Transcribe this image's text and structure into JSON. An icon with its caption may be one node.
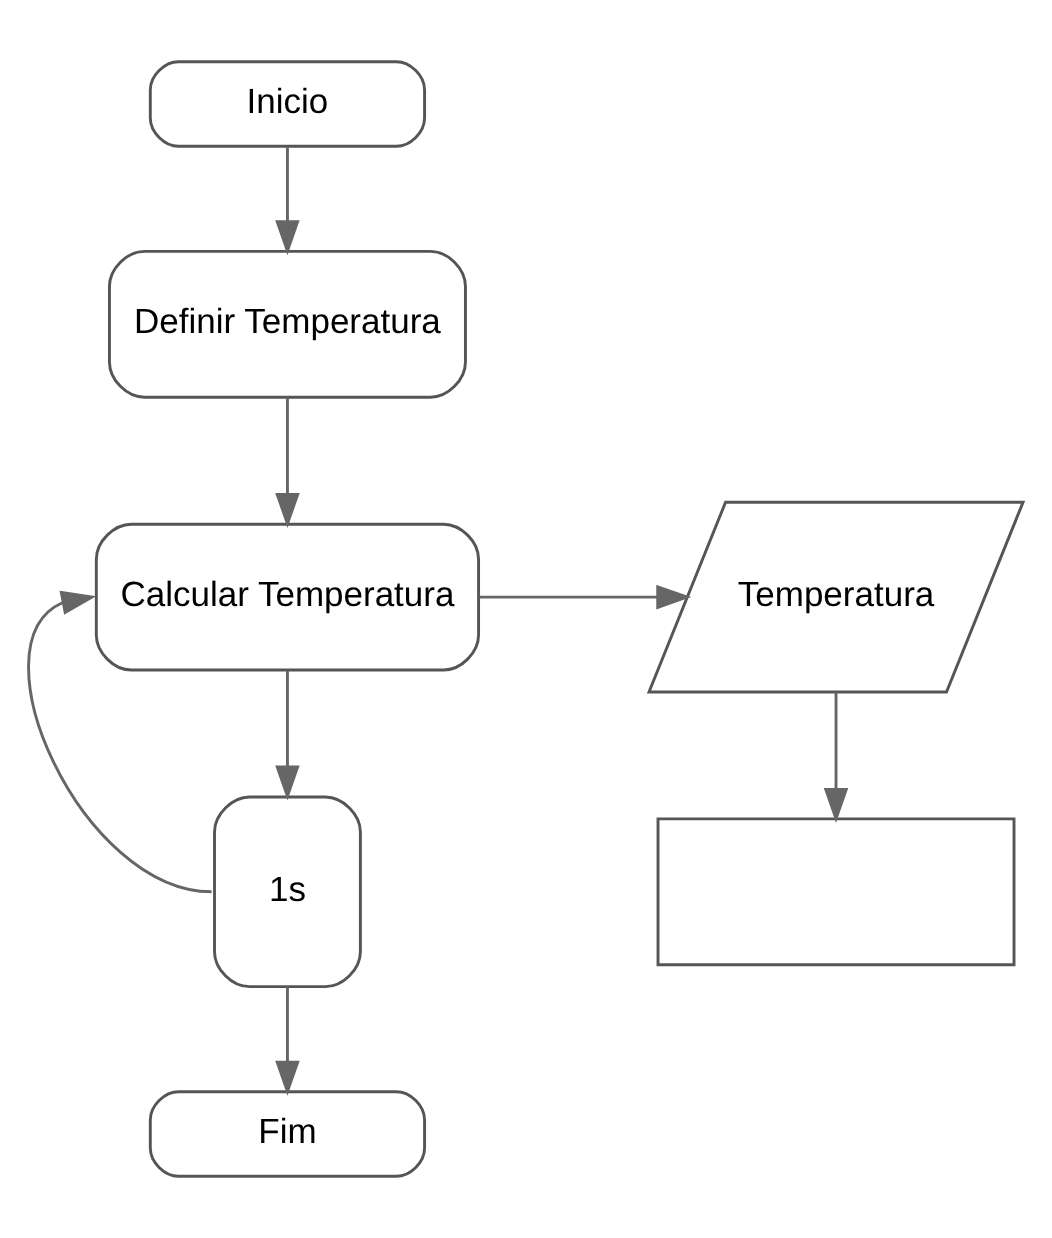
{
  "diagram": {
    "nodes": [
      {
        "text": [
          "Inicio"
        ]
      },
      {
        "text": [
          "Definir Temperatura"
        ]
      },
      {
        "text": [
          "Calcular Temperatura"
        ]
      },
      {
        "text": [
          "Temperatura"
        ]
      },
      {
        "text": [],
        "shape": "box"
      },
      {
        "text": [
          "1s"
        ]
      },
      {
        "text": [
          "Fim"
        ]
      }
    ],
    "edges": [
      {
        "from": 0,
        "to": 1,
        "arrow": "to"
      },
      {
        "from": 1,
        "to": 2,
        "arrow": "to"
      },
      {
        "from": 2,
        "to": 3,
        "arrow": "to"
      },
      {
        "from": 3,
        "to": 4,
        "arrow": "to"
      },
      {
        "from": 2,
        "to": 5,
        "arrow": "to"
      },
      {
        "from": 5,
        "to": 2,
        "arrow": "to"
      },
      {
        "from": 5,
        "to": 6,
        "arrow": "to"
      }
    ]
  }
}
